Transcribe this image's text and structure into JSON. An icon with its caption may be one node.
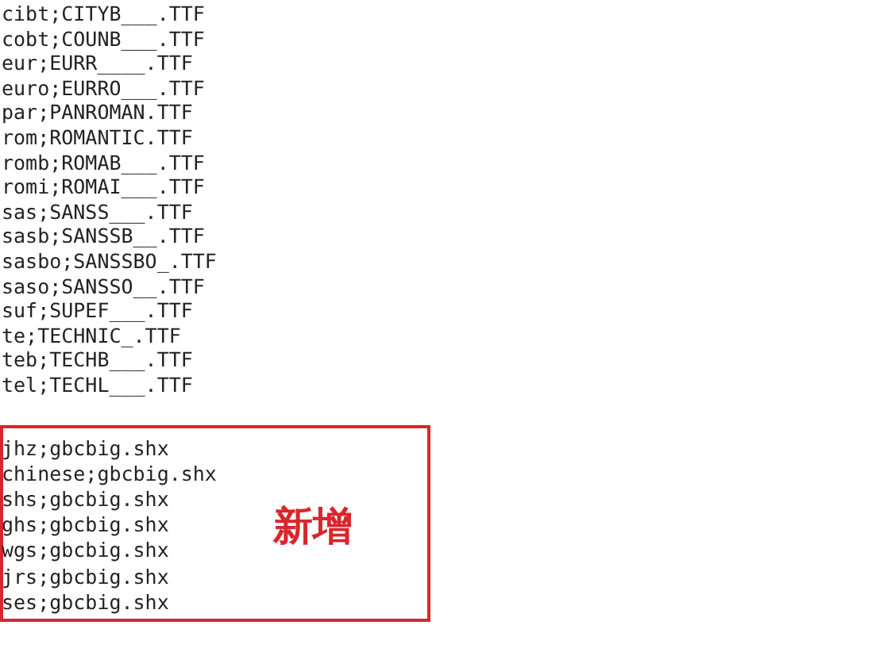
{
  "diagram": {
    "nodes": [
      {
        "text": [
          "jhz;gbcbig.shx",
          "chinese;gbcbig.shx",
          "shs;gbcbig.shx",
          "ghs;gbcbig.shx",
          "wgs;gbcbig.shx",
          "jrs;gbcbig.shx",
          "ses;gbcbig.shx",
          "新增"
        ]
      }
    ],
    "edges": [],
    "labels": [
      "cibt;CITYB___.TTF",
      "cobt;COUNB___.TTF",
      "eur;EURR____.TTF",
      "euro;EURRO___.TTF",
      "par;PANROMAN.TTF",
      "rom;ROMANTIC.TTF",
      "romb;ROMAB___.TTF",
      "romi;ROMAI___.TTF",
      "sas;SANSS___.TTF",
      "sasb;SANSSB__.TTF",
      "sasbo;SANSSBO_.TTF",
      "saso;SANSSO__.TTF",
      "suf;SUPEF___.TTF",
      "te;TECHNIC_.TTF",
      "teb;TECHB___.TTF",
      "tel;TECHL___.TTF"
    ]
  }
}
